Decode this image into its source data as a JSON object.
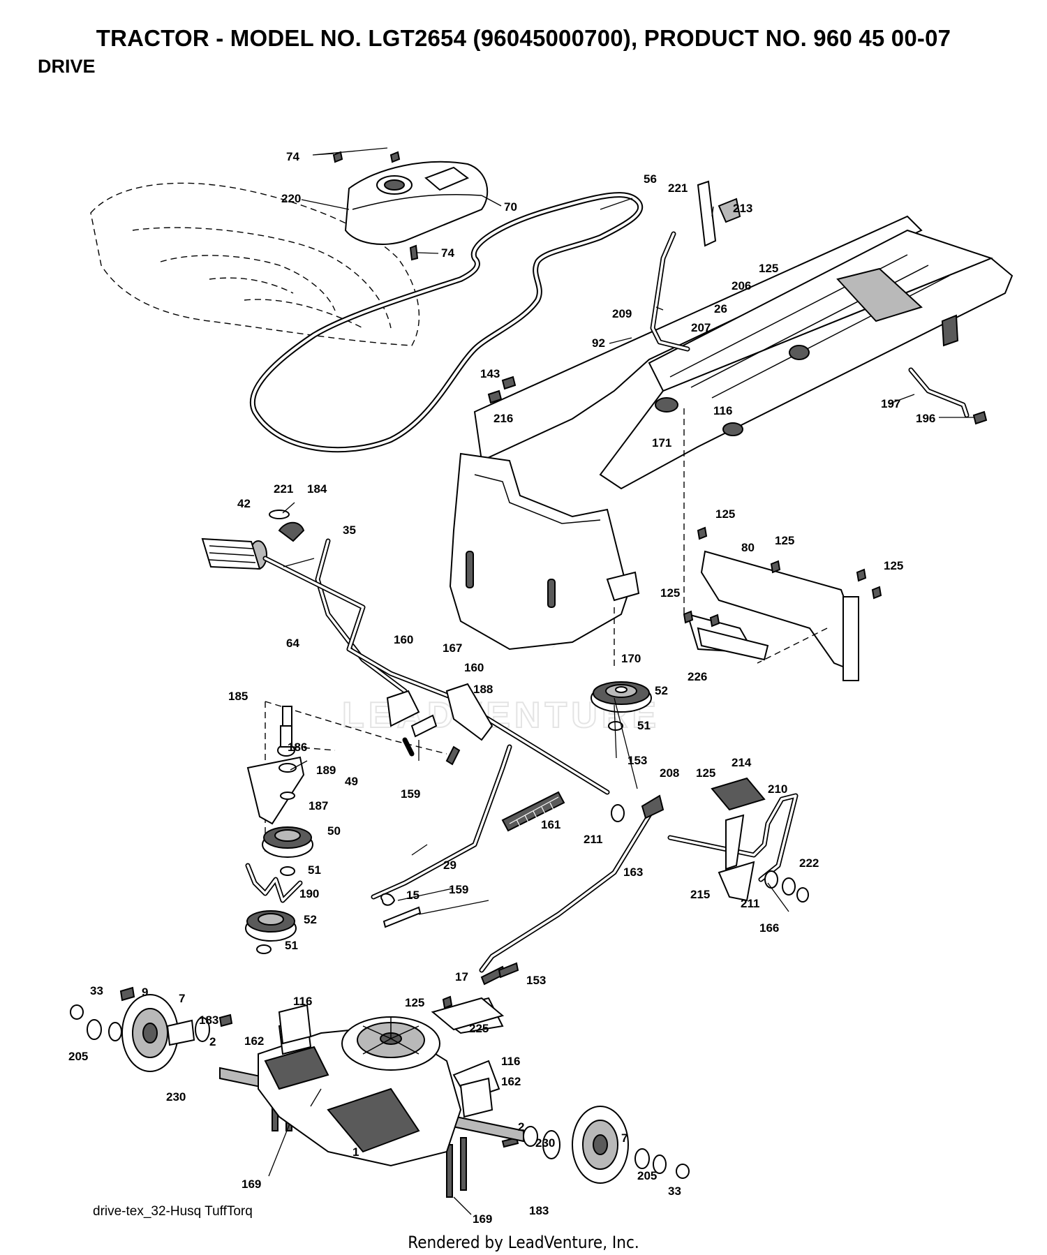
{
  "header": {
    "title": "TRACTOR - MODEL NO. LGT2654 (96045000700), PRODUCT NO. 960 45 00-07",
    "section": "DRIVE"
  },
  "watermark": {
    "text": "LEADVENTURE"
  },
  "footer": {
    "drawing_code": "drive-tex_32-Husq TuffTorq",
    "rendered_by": "Rendered by LeadVenture, Inc."
  },
  "callouts": [
    {
      "id": "c-74a",
      "label": "74"
    },
    {
      "id": "c-220",
      "label": "220"
    },
    {
      "id": "c-70",
      "label": "70"
    },
    {
      "id": "c-74b",
      "label": "74"
    },
    {
      "id": "c-56",
      "label": "56"
    },
    {
      "id": "c-221a",
      "label": "221"
    },
    {
      "id": "c-213",
      "label": "213"
    },
    {
      "id": "c-125a",
      "label": "125"
    },
    {
      "id": "c-206",
      "label": "206"
    },
    {
      "id": "c-209",
      "label": "209"
    },
    {
      "id": "c-26",
      "label": "26"
    },
    {
      "id": "c-207",
      "label": "207"
    },
    {
      "id": "c-92",
      "label": "92"
    },
    {
      "id": "c-143",
      "label": "143"
    },
    {
      "id": "c-216",
      "label": "216"
    },
    {
      "id": "c-116a",
      "label": "116"
    },
    {
      "id": "c-171",
      "label": "171"
    },
    {
      "id": "c-197",
      "label": "197"
    },
    {
      "id": "c-196",
      "label": "196"
    },
    {
      "id": "c-221b",
      "label": "221"
    },
    {
      "id": "c-184",
      "label": "184"
    },
    {
      "id": "c-42",
      "label": "42"
    },
    {
      "id": "c-35",
      "label": "35"
    },
    {
      "id": "c-125b",
      "label": "125"
    },
    {
      "id": "c-125c",
      "label": "125"
    },
    {
      "id": "c-80",
      "label": "80"
    },
    {
      "id": "c-125d",
      "label": "125"
    },
    {
      "id": "c-125e",
      "label": "125"
    },
    {
      "id": "c-64",
      "label": "64"
    },
    {
      "id": "c-160a",
      "label": "160"
    },
    {
      "id": "c-167",
      "label": "167"
    },
    {
      "id": "c-160b",
      "label": "160"
    },
    {
      "id": "c-170",
      "label": "170"
    },
    {
      "id": "c-226",
      "label": "226"
    },
    {
      "id": "c-188",
      "label": "188"
    },
    {
      "id": "c-52a",
      "label": "52"
    },
    {
      "id": "c-185",
      "label": "185"
    },
    {
      "id": "c-51a",
      "label": "51"
    },
    {
      "id": "c-186",
      "label": "186"
    },
    {
      "id": "c-189",
      "label": "189"
    },
    {
      "id": "c-49",
      "label": "49"
    },
    {
      "id": "c-159a",
      "label": "159"
    },
    {
      "id": "c-153a",
      "label": "153"
    },
    {
      "id": "c-208",
      "label": "208"
    },
    {
      "id": "c-125f",
      "label": "125"
    },
    {
      "id": "c-214",
      "label": "214"
    },
    {
      "id": "c-210",
      "label": "210"
    },
    {
      "id": "c-187",
      "label": "187"
    },
    {
      "id": "c-161",
      "label": "161"
    },
    {
      "id": "c-50",
      "label": "50"
    },
    {
      "id": "c-211a",
      "label": "211"
    },
    {
      "id": "c-29",
      "label": "29"
    },
    {
      "id": "c-163",
      "label": "163"
    },
    {
      "id": "c-222",
      "label": "222"
    },
    {
      "id": "c-51b",
      "label": "51"
    },
    {
      "id": "c-15",
      "label": "15"
    },
    {
      "id": "c-159b",
      "label": "159"
    },
    {
      "id": "c-190",
      "label": "190"
    },
    {
      "id": "c-215",
      "label": "215"
    },
    {
      "id": "c-211b",
      "label": "211"
    },
    {
      "id": "c-52b",
      "label": "52"
    },
    {
      "id": "c-166",
      "label": "166"
    },
    {
      "id": "c-51c",
      "label": "51"
    },
    {
      "id": "c-17",
      "label": "17"
    },
    {
      "id": "c-153b",
      "label": "153"
    },
    {
      "id": "c-33a",
      "label": "33"
    },
    {
      "id": "c-9",
      "label": "9"
    },
    {
      "id": "c-7a",
      "label": "7"
    },
    {
      "id": "c-116b",
      "label": "116"
    },
    {
      "id": "c-125g",
      "label": "125"
    },
    {
      "id": "c-183a",
      "label": "183"
    },
    {
      "id": "c-225",
      "label": "225"
    },
    {
      "id": "c-162a",
      "label": "162"
    },
    {
      "id": "c-2a",
      "label": "2"
    },
    {
      "id": "c-205a",
      "label": "205"
    },
    {
      "id": "c-116c",
      "label": "116"
    },
    {
      "id": "c-230a",
      "label": "230"
    },
    {
      "id": "c-162b",
      "label": "162"
    },
    {
      "id": "c-2b",
      "label": "2"
    },
    {
      "id": "c-1",
      "label": "1"
    },
    {
      "id": "c-230b",
      "label": "230"
    },
    {
      "id": "c-7b",
      "label": "7"
    },
    {
      "id": "c-169a",
      "label": "169"
    },
    {
      "id": "c-205b",
      "label": "205"
    },
    {
      "id": "c-33b",
      "label": "33"
    },
    {
      "id": "c-183b",
      "label": "183"
    },
    {
      "id": "c-169b",
      "label": "169"
    }
  ]
}
